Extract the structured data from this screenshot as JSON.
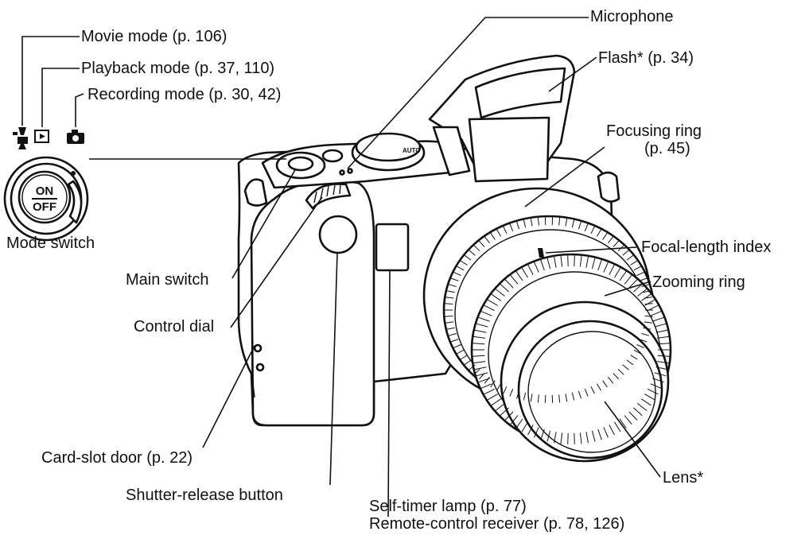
{
  "labels": {
    "movie_mode": "Movie mode (p. 106)",
    "playback_mode": "Playback mode (p. 37, 110)",
    "recording_mode": "Recording mode (p. 30, 42)",
    "mode_switch": "Mode switch",
    "main_switch": "Main switch",
    "control_dial": "Control dial",
    "card_slot_door": "Card-slot door (p. 22)",
    "shutter_release": "Shutter-release button",
    "self_timer_lamp": "Self-timer lamp (p. 77)",
    "remote_receiver": "Remote-control receiver (p. 78, 126)",
    "microphone": "Microphone",
    "flash": "Flash* (p. 34)",
    "focusing_ring": "Focusing ring",
    "focusing_ring_page": "(p. 45)",
    "focal_length_index": "Focal-length index",
    "zooming_ring": "Zooming ring",
    "lens": "Lens*"
  },
  "switch": {
    "on": "ON",
    "off": "OFF"
  },
  "dial_text": "AUTO",
  "icons": [
    "movie-camera-icon",
    "playback-icon",
    "camera-icon"
  ]
}
